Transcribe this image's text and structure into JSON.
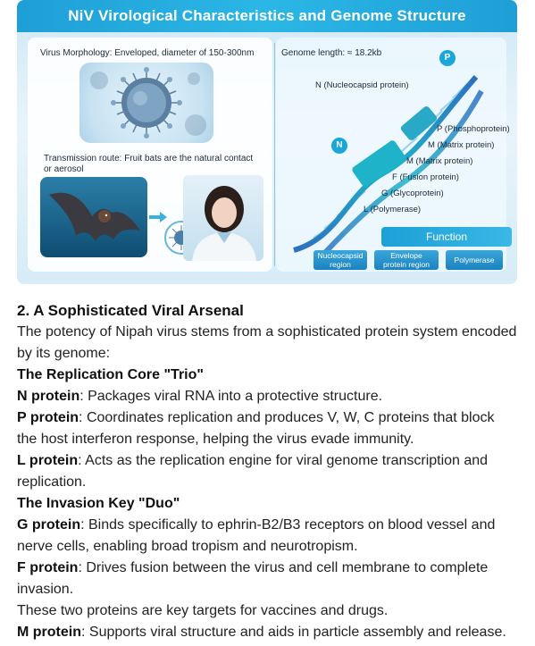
{
  "figure": {
    "title": "NiV Virological Characteristics and Genome Structure",
    "morphology": "Virus Morphology: Enveloped, diameter of 150-300nm",
    "genome_length": "Genome length: ≈ 18.2kb",
    "transmission_line1": "Transmission route: Fruit bats are the natural contact",
    "transmission_line2": "or aerosol",
    "labels": {
      "n": "N (Nucleocapsid protein)",
      "p": "P (Phosphoprotein)",
      "m1": "M (Matrix protein)",
      "m2": "M (Matrix protein)",
      "f": "F (Fusion protein)",
      "g": "G (Glycoprotein)",
      "l": "L (Polymerase)"
    },
    "badge_p": "P",
    "badge_n": "N",
    "function_title": "Function",
    "function_buttons": [
      {
        "line1": "Nucleocapsid",
        "line2": "region"
      },
      {
        "line1": "Envelope",
        "line2": "protein region"
      },
      {
        "line1": "Polymerase",
        "line2": ""
      }
    ],
    "colors": {
      "accent": "#1e9fd6",
      "helix_teal": "#1fb3c9",
      "helix_blue": "#2d6fc0"
    }
  },
  "article": {
    "heading": "2. A Sophisticated Viral Arsenal",
    "intro": "The potency of Nipah virus stems from a sophisticated protein system encoded by its genome:",
    "section1_title": "The Replication Core \"Trio\"",
    "n_label": "N protein",
    "n_text": ": Packages viral RNA into a protective structure.",
    "p_label": "P protein",
    "p_text": ": Coordinates replication and produces V, W, C proteins that block the host interferon response, helping the virus evade immunity.",
    "l_label": "L protein",
    "l_text": ": Acts as the replication engine for viral genome transcription and replication.",
    "section2_title": "The Invasion Key \"Duo\"",
    "g_label": "G protein",
    "g_text": ": Binds specifically to ephrin-B2/B3 receptors on blood vessel and nerve cells, enabling broad tropism and neurotropism.",
    "f_label": "F protein",
    "f_text": ": Drives fusion between the virus and cell membrane to complete invasion.",
    "targets_text": "These two proteins are key targets for vaccines and drugs.",
    "m_label": "M protein",
    "m_text": ": Supports viral structure and aids in particle assembly and release."
  }
}
